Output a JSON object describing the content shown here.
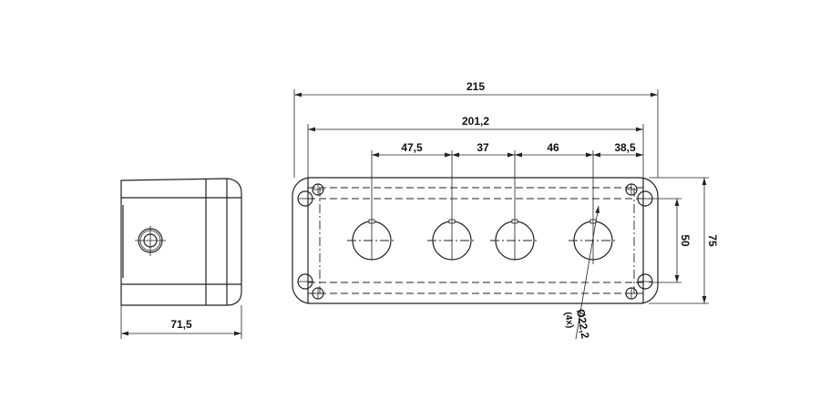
{
  "dimensions": {
    "side_width": "71,5",
    "overall_length": "215",
    "inner_length": "201,2",
    "pitch_1": "47,5",
    "pitch_2": "37",
    "pitch_3": "46",
    "pitch_end": "38,5",
    "mount_height": "50",
    "overall_height": "75",
    "hole_diameter": "Ø22,2",
    "hole_count": "(4x)"
  }
}
